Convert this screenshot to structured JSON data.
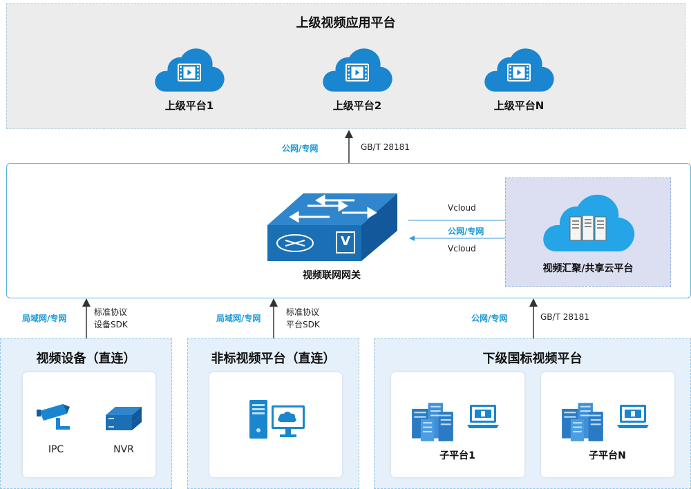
{
  "top": {
    "title": "上级视频应用平台",
    "clouds": [
      "上级平台1",
      "上级平台2",
      "上级平台N"
    ]
  },
  "top_link": {
    "net": "公网/专网",
    "protocol": "GB/T 28181"
  },
  "gateway": {
    "label": "视频联网网关",
    "badge": "V"
  },
  "cloud_platform": {
    "label": "视频汇聚/共享云平台"
  },
  "vcloud_link": {
    "upper": "Vcloud",
    "net": "公网/专网",
    "lower": "Vcloud"
  },
  "links": [
    {
      "net": "局域网/专网",
      "protocol_line1": "标准协议",
      "protocol_line2": "设备SDK"
    },
    {
      "net": "局域网/专网",
      "protocol_line1": "标准协议",
      "protocol_line2": "平台SDK"
    },
    {
      "net": "公网/专网",
      "protocol_line1": "GB/T 28181"
    }
  ],
  "bottom": {
    "devices": {
      "title": "视频设备（直连）",
      "items": [
        "IPC",
        "NVR"
      ]
    },
    "nonstandard": {
      "title": "非标视频平台（直连）"
    },
    "lower": {
      "title": "下级国标视频平台",
      "items": [
        "子平台1",
        "子平台N"
      ]
    }
  },
  "colors": {
    "accent": "#1e9ad6",
    "cloud": "#1a86cf",
    "panel_bg": "#e6f0fa"
  }
}
